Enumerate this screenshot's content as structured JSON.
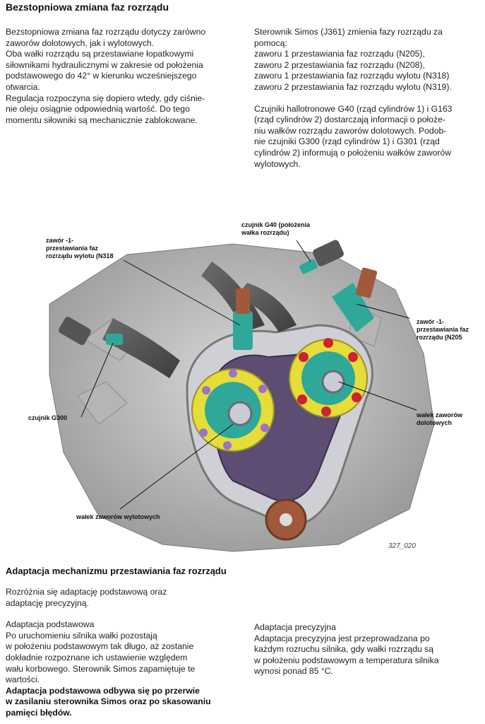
{
  "page": {
    "title": "Bezstopniowa zmiana faz rozrządu",
    "left_top": {
      "p1": "Bezstopniowa zmiana faz rozrządu dotyczy zarówno\nzaworów dolotowych, jak i wylotowych.\nOba wałki rozrządu są przestawiane łopatkowymi\nsiłownikami hydraulicznymi w zakresie od położenia\npodstawowego do 42° w kierunku wcześniejszego\notwarcia.",
      "p2": "Regulacja rozpoczyna się dopiero wtedy, gdy ciśnie-\nnie oleju osiągnie odpowiednią wartość. Do tego\nmomentu siłowniki są mechanicznie zablokowane."
    },
    "right_top": {
      "p1": "Sterownik Simos (J361) zmienia fazy rozrządu za\npomocą:\nzaworu 1 przestawiania faz rozrządu (N205),\nzaworu 2 przestawiania faz rozrządu (N208),\nzaworu 1 przestawiania faz rozrządu wylotu (N318)\nzaworu 2 przestawiania faz rozrządu wylotu (N319).",
      "p2": "Czujniki hallotronowe G40 (rząd cylindrów 1) i G163\n(rząd cylindrów 2) dostarczają informacji o położe-\nniu wałków rozrządu zaworów dolotowych. Podob-\nnie czujniki G300 (rząd cylindrów 1) i G301 (rząd\ncylindrów 2) informują o położeniu wałków zaworów\nwylotowych."
    },
    "figure": {
      "labels": {
        "n318": "zawór -1-\nprzestawiania faz\nrozrządu wylotu (N318",
        "g40": "czujnik G40 (położenia\nwałka rozrządu)",
        "n205": "zawór -1-\nprzestawiania faz\nrozrządu (N205",
        "g300": "czujnik G300",
        "intake": "wałek zaworów\ndolotowych",
        "exhaust": "wałek zaworów wylotowych"
      },
      "number": "327_020"
    },
    "section2_title": "Adaptacja mechanizmu przestawiania faz rozrządu",
    "left_bottom": {
      "p1": "Rozróżnia się adaptację podstawową oraz\nadaptację precyzyjną.",
      "p2": "Adaptacja podstawowa\nPo uruchomieniu silnika wałki pozostają\nw położeniu podstawowym tak długo, aż zostanie\ndokładnie rozpoznane ich ustawienie względem\nwału korbowego. Sterownik Simos zapamiętuje te\nwartości.",
      "p3_bold": "Adaptacja podstawowa odbywa się po przerwie\nw zasilaniu sterownika Simos oraz po skasowaniu\npamięci błędów."
    },
    "right_bottom": {
      "p1": "Adaptacja precyzyjna\nAdaptacja precyzyjna jest przeprowadzana po\nkażdym rozruchu silnika, gdy wałki rozrządu są\nw położeniu podstawowym a temperatura silnika\nwynosi ponad 85 °C."
    },
    "colors": {
      "teal": "#2fa89a",
      "yellow": "#e6dc3a",
      "purple": "#7a4fa3",
      "red": "#cc2233",
      "copper": "#a2583a",
      "engine_gray": "#8a8a8a"
    }
  }
}
